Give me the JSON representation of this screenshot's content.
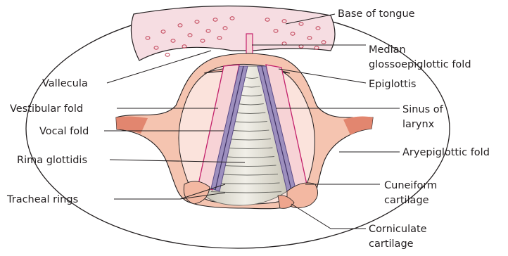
{
  "labels": {
    "base_of_tongue": "Base of tongue",
    "median_fold_1": "Median",
    "median_fold_2": "glossoepiglottic fold",
    "epiglottis": "Epiglottis",
    "sinus_1": "Sinus of",
    "sinus_2": "larynx",
    "aryepiglottic_fold": "Aryepiglottic fold",
    "cuneiform_1": "Cuneiform",
    "cuneiform_2": "cartilage",
    "corniculate_1": "Corniculate",
    "corniculate_2": "cartilage",
    "vallecula": "Vallecula",
    "vestibular_fold": "Vestibular fold",
    "vocal_fold": "Vocal fold",
    "rima_glottidis": "Rima glottidis",
    "tracheal_rings": "Tracheal rings"
  },
  "colors": {
    "tongue_fill": "#f6dde2",
    "tongue_dots": "#c2455a",
    "fold_fill": "#f2b9a4",
    "fold_dark": "#e2866f",
    "vestibular_fill": "#f7d3d6",
    "vestibular_line": "#c3206b",
    "vocal_fold": "#7b6aa3",
    "trachea_fill": "#dedad0",
    "outline": "#231f20"
  }
}
